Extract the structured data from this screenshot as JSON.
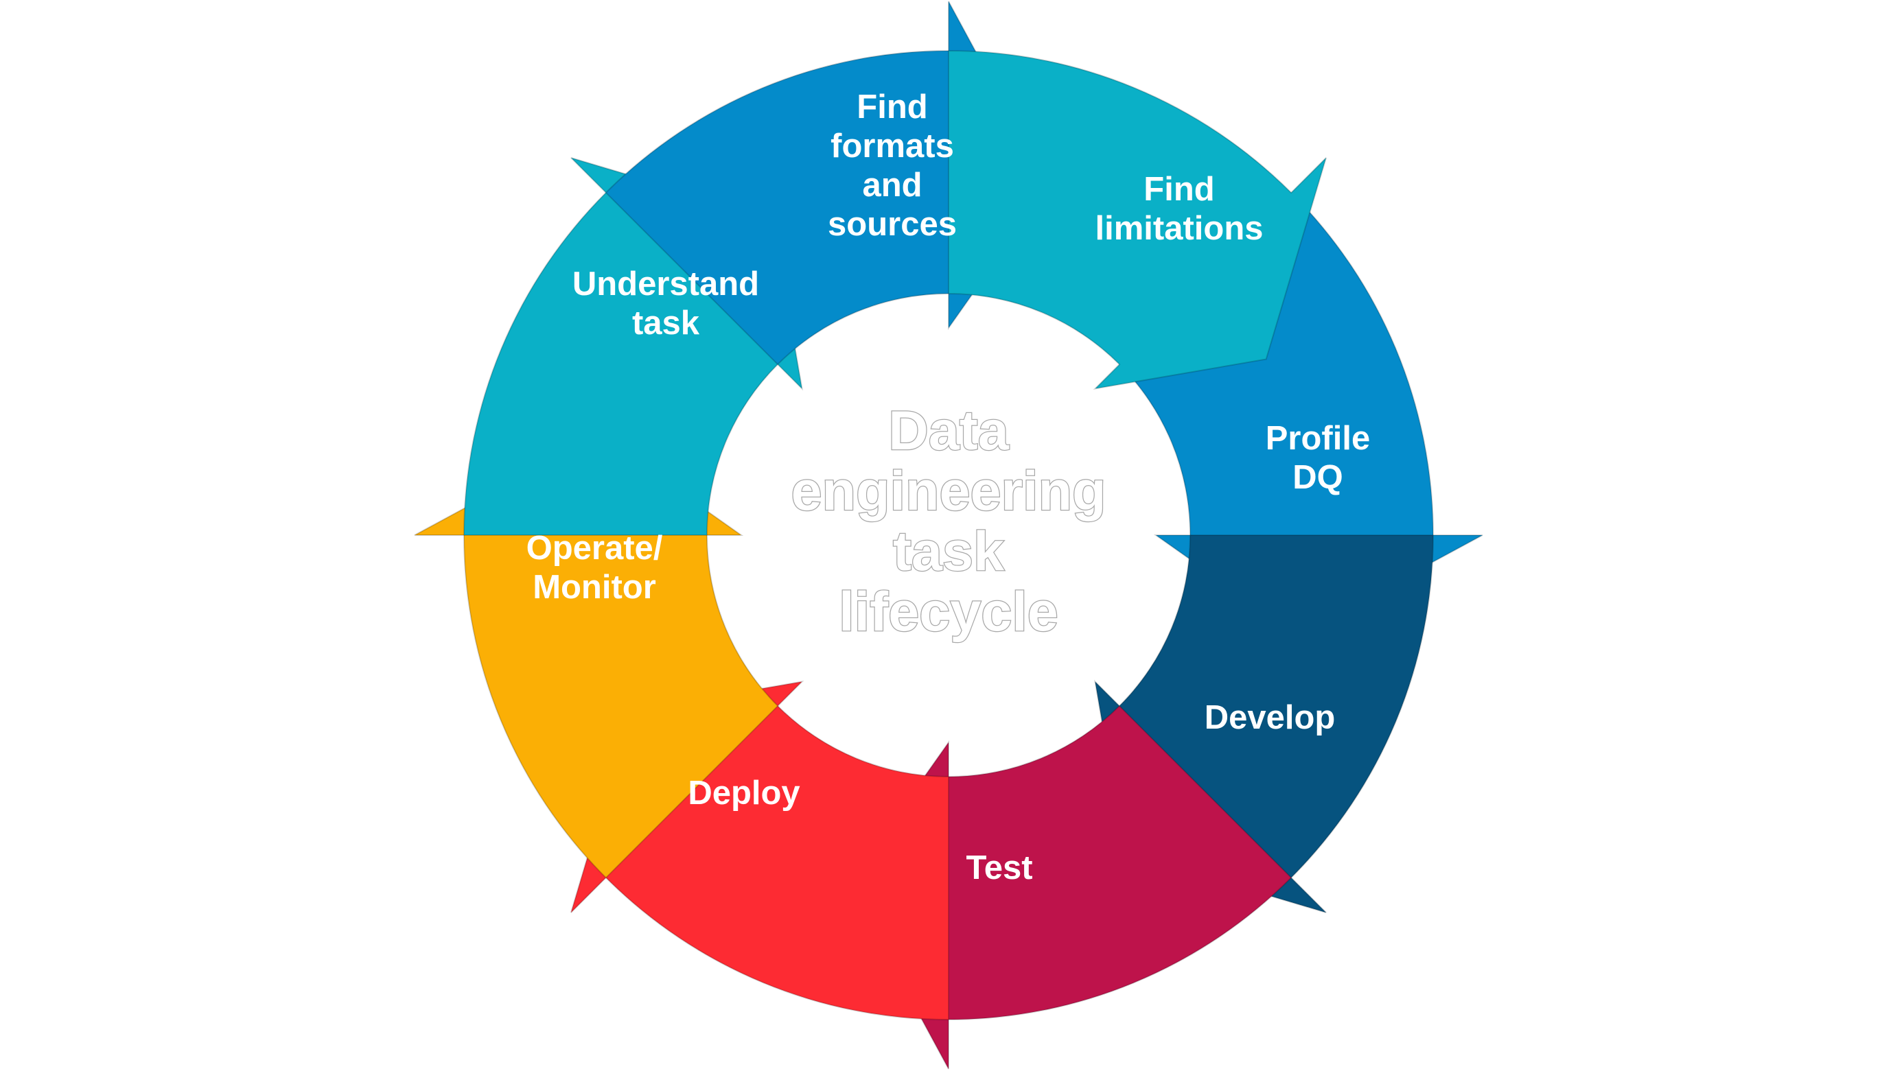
{
  "diagram": {
    "center_title": [
      "Data",
      "engineering",
      "task",
      "lifecycle"
    ],
    "stages": [
      {
        "id": "find-formats-and-sources",
        "lines": [
          "Find",
          "formats",
          "and",
          "sources"
        ],
        "color": "#0ab0c7"
      },
      {
        "id": "find-limitations",
        "lines": [
          "Find",
          "limitations"
        ],
        "color": "#048bca"
      },
      {
        "id": "profile-dq",
        "lines": [
          "Profile",
          "DQ"
        ],
        "color": "#06537f"
      },
      {
        "id": "develop",
        "lines": [
          "Develop"
        ],
        "color": "#be134b"
      },
      {
        "id": "test",
        "lines": [
          "Test"
        ],
        "color": "#fd2b33"
      },
      {
        "id": "deploy",
        "lines": [
          "Deploy"
        ],
        "color": "#fbaf05"
      },
      {
        "id": "operate-monitor",
        "lines": [
          "Operate/",
          "Monitor"
        ],
        "color": "#0ab0c7"
      },
      {
        "id": "understand-task",
        "lines": [
          "Understand",
          "task"
        ],
        "color": "#048bca"
      }
    ]
  }
}
